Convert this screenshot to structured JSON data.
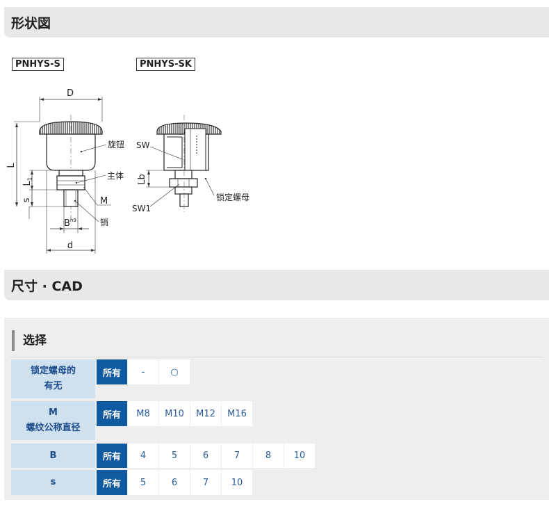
{
  "shape_section": {
    "title": "形状図"
  },
  "models": {
    "left": "PNHYS-S",
    "right": "PNHYS-SK"
  },
  "drawing_labels": {
    "D": "D",
    "L": "L",
    "L1": "L",
    "L1_sub": "1",
    "s": "s",
    "B": "B",
    "B_sup": "h9",
    "d": "d",
    "M": "M",
    "knob": "旋钮",
    "body": "主体",
    "pin": "销",
    "SW": "SW",
    "SW1": "SW1",
    "Lb": "Lb",
    "lock_nut": "锁定螺母"
  },
  "dim_section": {
    "title": "尺寸 · CAD"
  },
  "select": {
    "title": "选择",
    "rows": [
      {
        "label_lines": [
          "锁定螺母的",
          "有无"
        ],
        "options": [
          "所有",
          "-",
          "○"
        ]
      },
      {
        "label_lines": [
          "M",
          "螺纹公称直径"
        ],
        "options": [
          "所有",
          "M8",
          "M10",
          "M12",
          "M16"
        ]
      },
      {
        "label_lines": [
          "B"
        ],
        "options": [
          "所有",
          "4",
          "5",
          "6",
          "7",
          "8",
          "10"
        ]
      },
      {
        "label_lines": [
          "s"
        ],
        "options": [
          "所有",
          "5",
          "6",
          "7",
          "10"
        ]
      }
    ]
  },
  "colors": {
    "selected_bg": "#0f5aa0",
    "label_bg": "#cfe0ef",
    "label_text": "#1b4a8a",
    "option_text": "#2b5c9c"
  }
}
